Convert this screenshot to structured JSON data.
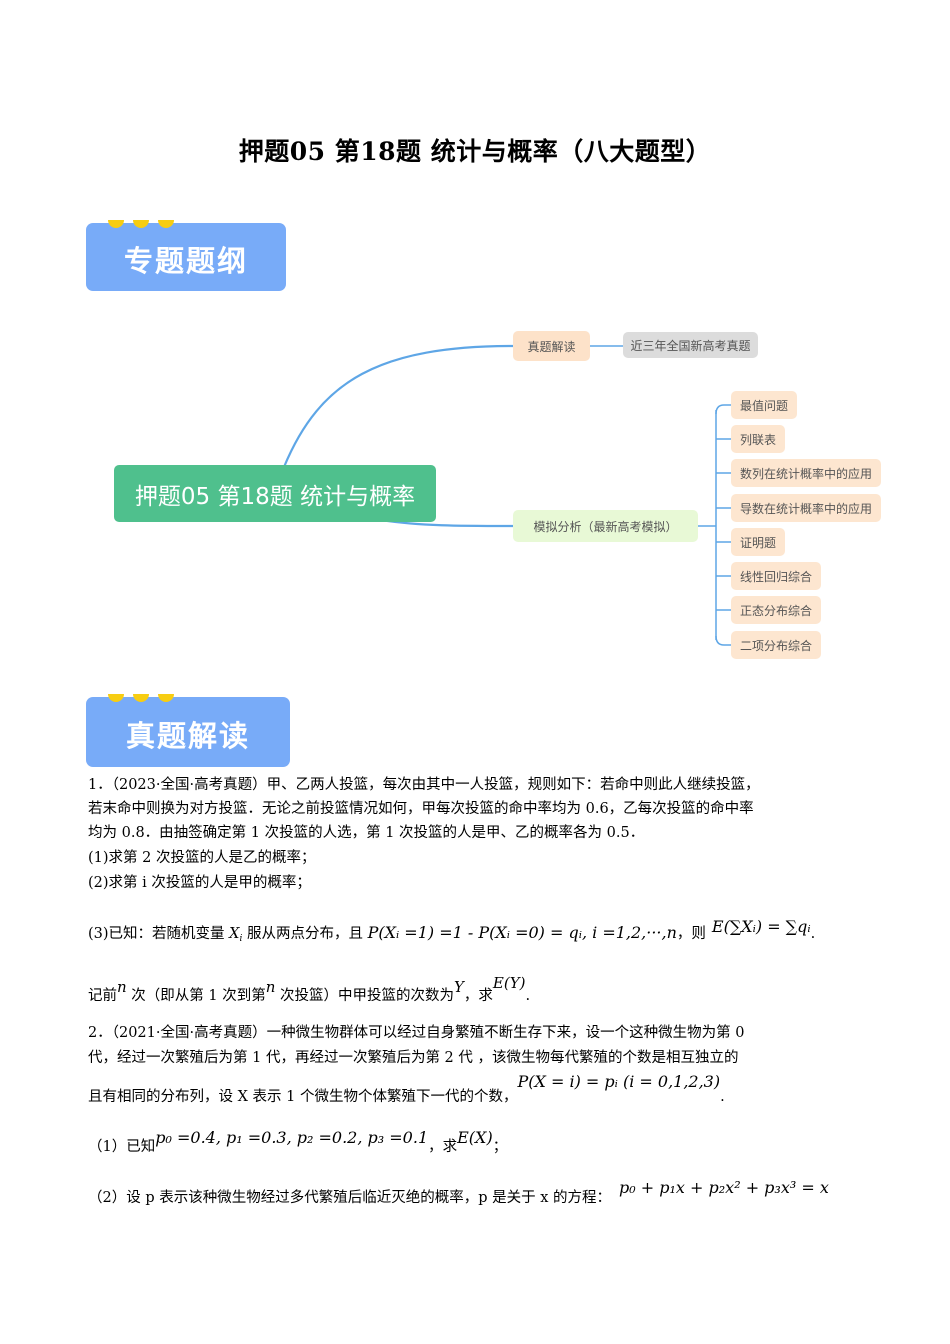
{
  "page": {
    "title": "押题05 第18题  统计与概率（八大题型）"
  },
  "banners": {
    "outline": "专题题纲",
    "real_exam": "真题解读"
  },
  "mindmap": {
    "root": "押题05 第18题 统计与概率",
    "branches": [
      {
        "label": "真题解读",
        "children": [
          {
            "label": "近三年全国新高考真题"
          }
        ]
      },
      {
        "label": "模拟分析（最新高考模拟）",
        "children": [
          {
            "label": "最值问题"
          },
          {
            "label": "列联表"
          },
          {
            "label": "数列在统计概率中的应用"
          },
          {
            "label": "导数在统计概率中的应用"
          },
          {
            "label": "证明题"
          },
          {
            "label": "线性回归综合"
          },
          {
            "label": "正态分布综合"
          },
          {
            "label": "二项分布综合"
          }
        ]
      }
    ],
    "colors": {
      "root": "#4fc08d",
      "line": "#5ea6e6",
      "peach": "#fde2c9",
      "grey": "#dcdcdc",
      "green": "#e8f9d6"
    }
  },
  "questions": [
    {
      "lines": [
        "1．（2023·全国·高考真题）甲、乙两人投篮，每次由其中一人投篮，规则如下：若命中则此人继续投篮，",
        "若末命中则换为对方投篮．无论之前投篮情况如何，甲每次投篮的命中率均为 0.6，乙每次投篮的命中率",
        "均为 0.8．由抽签确定第 1 次投篮的人选，第 1 次投篮的人是甲、乙的概率各为 0.5．",
        "(1)求第 2 次投篮的人是乙的概率；",
        "(2)求第 i 次投篮的人是甲的概率；"
      ],
      "part3_prefix": "(3)已知：若随机变量 ",
      "part3_mid": " 服从两点分布，且 ",
      "part3_formula": "P(Xᵢ =1) =1 - P(Xᵢ =0) = qᵢ, i =1,2,···,n",
      "part3_then": "，则",
      "part3_expect": "E(∑Xᵢ) = ∑qᵢ",
      "part3_end": ".",
      "last_line_a": "记前",
      "last_line_b": "次（即从第 1 次到第",
      "last_line_c": "次投篮）中甲投篮的次数为",
      "last_line_d": "，求",
      "last_line_e": "."
    },
    {
      "lines": [
        "2．（2021·全国·高考真题）一种微生物群体可以经过自身繁殖不断生存下来，设一个这种微生物为第 0",
        "代，经过一次繁殖后为第 1 代，再经过一次繁殖后为第 2 代          ，该微生物每代繁殖的个数是相互独立的",
        "且有相同的分布列，设 X 表示 1 个微生物个体繁殖下一代的个数，"
      ],
      "dist_formula": "P(X = i) = pᵢ (i = 0,1,2,3)",
      "part1_prefix": "（1）已知",
      "part1_values": "p₀ =0.4, p₁ =0.3, p₂ =0.2, p₃ =0.1",
      "part1_suffix": "，求",
      "part1_target": "E(X)",
      "part1_end": "；",
      "part2_text": "（2）设 p 表示该种微生物经过多代繁殖后临近灭绝的概率，p 是关于 x 的方程：",
      "part2_equation": "p₀ + p₁x + p₂x² + p₃x³ = x"
    }
  ]
}
